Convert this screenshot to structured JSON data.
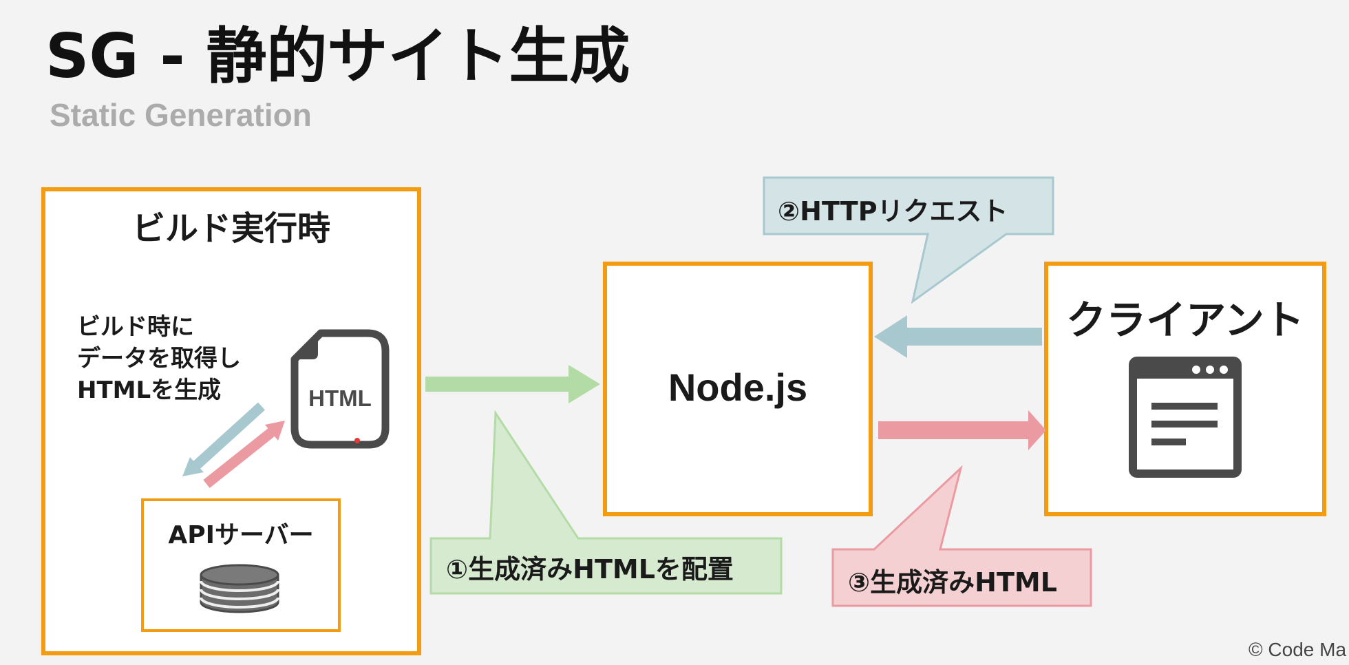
{
  "title": "SG - 静的サイト生成",
  "subtitle": "Static Generation",
  "build": {
    "title": "ビルド実行時",
    "description": [
      "ビルド時に",
      "データを取得し",
      "HTMLを生成"
    ],
    "file_label": "HTML",
    "api_label": "APIサーバー"
  },
  "node": {
    "label": "Node.js"
  },
  "client": {
    "label": "クライアント"
  },
  "steps": {
    "deploy": "①生成済みHTMLを配置",
    "request": "②HTTPリクエスト",
    "response": "③生成済みHTML"
  },
  "copyright": "© Code Ma",
  "colors": {
    "border": "#f39c12",
    "green": "#b3dba5",
    "blue": "#a7c8cf",
    "red": "#ea9aa0"
  },
  "icons": [
    "html-file-icon",
    "database-icon",
    "browser-window-icon"
  ]
}
